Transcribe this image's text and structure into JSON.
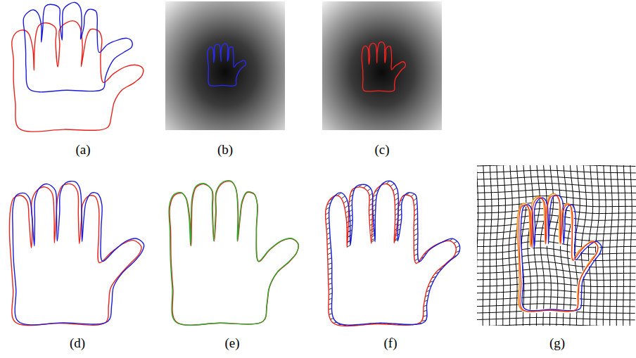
{
  "diagram": {
    "labels": [
      "(a)",
      "(b)",
      "(c)",
      "(d)",
      "(e)",
      "(f)",
      "(g)"
    ]
  }
}
